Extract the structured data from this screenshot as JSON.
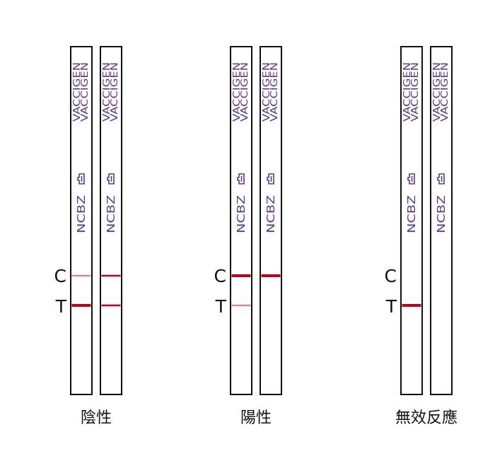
{
  "brand_text": "VACCIGEN",
  "product_code": "NCBZ",
  "label_c": "C",
  "label_t": "T",
  "colors": {
    "strip_border": "#111111",
    "brand_text": "#5b3a8e",
    "line_strong": "#c00018",
    "line_faint": "#f07a86",
    "caption": "#111111"
  },
  "groups": [
    {
      "name": "negative",
      "caption": "陰性",
      "strips": [
        {
          "c_line": "faint",
          "t_line": "strong"
        },
        {
          "c_line": "medium",
          "t_line": "medium"
        }
      ]
    },
    {
      "name": "positive",
      "caption": "陽性",
      "strips": [
        {
          "c_line": "strong",
          "t_line": "faint"
        },
        {
          "c_line": "strong",
          "t_line": "none"
        }
      ]
    },
    {
      "name": "invalid",
      "caption": "無效反應",
      "strips": [
        {
          "c_line": "none",
          "t_line": "strong"
        },
        {
          "c_line": "none",
          "t_line": "none"
        }
      ]
    }
  ]
}
